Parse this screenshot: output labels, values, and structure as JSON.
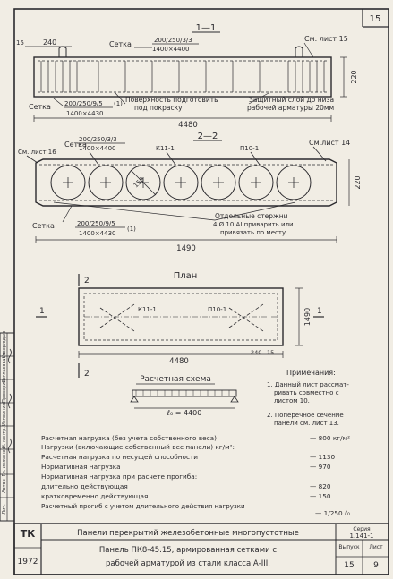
{
  "page_number": "15",
  "section1": {
    "label": "1—1",
    "setka_label": "Сетка",
    "setka_top_spec": "200/250/3/3",
    "setka_top_size": "1400×4400",
    "sm_list": "См. лист 15",
    "dim_15": "15",
    "dim_240": "240",
    "dim_220": "220",
    "setka_bottom_spec": "200/250/9/5",
    "setka_bottom_suffix": "(1)",
    "setka_bottom_size": "1400×4430",
    "surface_note_1": "Поверхность подготовить",
    "surface_note_2": "под покраску",
    "cover_note_1": "Защитный слой до низа",
    "cover_note_2": "рабочей арматуры 20мм",
    "length": "4480"
  },
  "section2": {
    "label": "2—2",
    "sm_list_left": "См. лист 16",
    "setka_label": "Сетка",
    "setka_top_spec": "200/250/3/3",
    "setka_top_size": "1400×4400",
    "k_label": "К11-1",
    "p_label": "П10-1",
    "sm_list_right": "См.лист 14",
    "dim_159": "159",
    "dim_220": "220",
    "setka_bottom_spec": "200/250/9/5",
    "setka_bottom_suffix": "(1)",
    "setka_bottom_size": "1400×4430",
    "rods_note_1": "Отдельные стержни",
    "rods_note_2": "4 Ø 10 АI приварить или",
    "rods_note_3": "привязать по месту.",
    "width": "1490"
  },
  "plan": {
    "title": "План",
    "mark_2": "2",
    "mark_1_left": "1",
    "mark_1_right": "1",
    "k_label": "К11-1",
    "p_label": "П10-1",
    "dim_1490": "1490",
    "dim_4480": "4480",
    "dim_240": "240",
    "dim_15": "15",
    "mark_2_bottom": "2"
  },
  "scheme": {
    "title": "Расчетная схема",
    "span": "ℓ₀ = 4400"
  },
  "notes": {
    "title": "Примечания:",
    "note1_lines": [
      "1. Данный лист рассмат-",
      "ривать совместно с",
      "листом 10."
    ],
    "note2_lines": [
      "2. Поперечное сечение",
      "панели см. лист 13."
    ]
  },
  "loads": {
    "row1_label": "Расчетная нагрузка (без учета собственного веса)",
    "row1_value": "— 800 кг/м²",
    "row2_label": "Нагрузки (включающие собственный вес панели) кг/м²:",
    "row3_label": "Расчетная нагрузка по несущей способности",
    "row3_value": "— 1130",
    "row4_label": "Нормативная нагрузка",
    "row4_value": "— 970",
    "row5_label": "Нормативная нагрузка при расчете прогиба:",
    "row6_label": "длительно действующая",
    "row6_value": "— 820",
    "row7_label": "кратковременно действующая",
    "row7_value": "— 150",
    "row8_label": "Расчетный прогиб с учетом длительного действия нагрузки",
    "row8_value": "— 1/250 ℓ₀"
  },
  "side_stamp": {
    "rows": [
      "Утверждаю",
      "Согласовано",
      "Проверил",
      "Исполнил",
      "Н. контр.",
      "Гл. инженер",
      "Автор",
      "Лит."
    ]
  },
  "title_block": {
    "tk": "ТК",
    "year": "1972",
    "title_1": "Панели перекрытий железобетонные многопустотные",
    "series_label": "Серия",
    "series_value": "1.141-1",
    "title_2": "Панель ПК8-45.15, армированная сетками с",
    "title_3": "рабочей арматурой из стали класса А-III.",
    "issue_label": "Выпуск",
    "issue_value": "15",
    "sheet_label": "Лист",
    "sheet_value": "9"
  }
}
